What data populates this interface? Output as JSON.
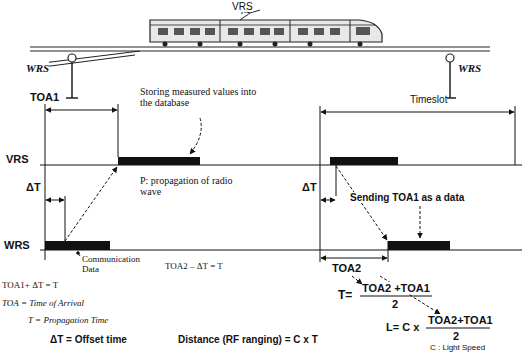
{
  "diagram": {
    "labels": [
      "VRS",
      "WRS",
      "WRS",
      "TOA1",
      "Storing measured values into the database",
      "Timeslot",
      "VRS",
      "ΔT",
      "P: propagation of radio wave",
      "ΔT",
      "WRS",
      "Communication Data",
      "Sending TOA1 as a data",
      "TOA1+ ΔT = T",
      "TOA2 – ΔT = T",
      "TOA2",
      "TOA = Time of Arrival",
      "T = Propagation Time",
      "T=",
      "TOA2 +TOA1",
      "2",
      "ΔT = Offset time",
      "Distance (RF ranging) = C x T",
      "L= C x",
      "TOA2+TOA1",
      "2",
      "C : Light Speed"
    ]
  }
}
